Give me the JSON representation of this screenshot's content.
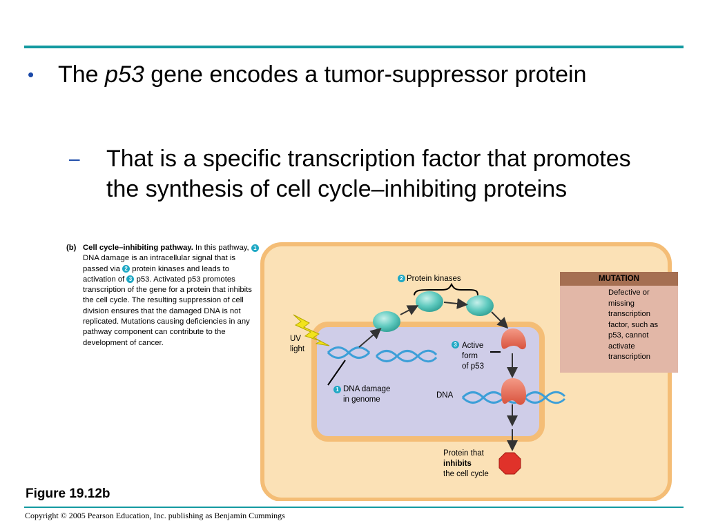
{
  "slide": {
    "bullet1": {
      "prefix": "The",
      "gene": "p53",
      "rest": "gene encodes a tumor-suppressor protein"
    },
    "bullet2": {
      "text": "That is a specific transcription factor that promotes the synthesis of cell cycle–inhibiting proteins"
    },
    "bullet_symbols": {
      "level1": "•",
      "level2": "–"
    }
  },
  "caption": {
    "label": "(b)",
    "title": "Cell cycle–inhibiting pathway.",
    "seg1": "In this pathway,",
    "seg2": "DNA damage is an intracellular signal that is passed via",
    "seg3": "protein kinases and leads to activation of",
    "seg4": "p53. Activated p53 promotes transcription of the gene for a protein that inhibits the cell cycle. The resulting suppression of cell division ensures that the damaged DNA is not replicated. Mutations causing deficiencies in any pathway component can contribute to the development of cancer.",
    "step_numbers": [
      "1",
      "2",
      "3"
    ]
  },
  "diagram": {
    "labels": {
      "protein_kinases": "Protein kinases",
      "uv_light": "UV\nlight",
      "dna_damage": "DNA damage\nin genome",
      "active_form": "Active\nform\nof p53",
      "dna": "DNA",
      "protein_pre": "Protein that",
      "protein_bold": "inhibits",
      "protein_post": "the cell cycle"
    },
    "step_numbers": {
      "dna_damage": "1",
      "protein_kinases": "2",
      "active_form": "3"
    },
    "mutation": {
      "header": "MUTATION",
      "text": "Defective or\nmissing\ntranscription\nfactor, such as\np53, cannot\nactivate\ntranscription"
    },
    "colors": {
      "cell_outer": "#fbe1b6",
      "cell_border": "#f4bd76",
      "nucleus": "#cfcde8",
      "dna": "#3d9fd8",
      "kinase": "#5fcabf",
      "p53": "#e8705c",
      "stop": "#e0322a",
      "mutation_header": "#a56f52",
      "mutation_box": "#e2b7a7"
    }
  },
  "figure": {
    "label": "Figure 19.12b"
  },
  "footer": {
    "copyright": "Copyright © 2005 Pearson Education, Inc. publishing as Benjamin Cummings"
  }
}
